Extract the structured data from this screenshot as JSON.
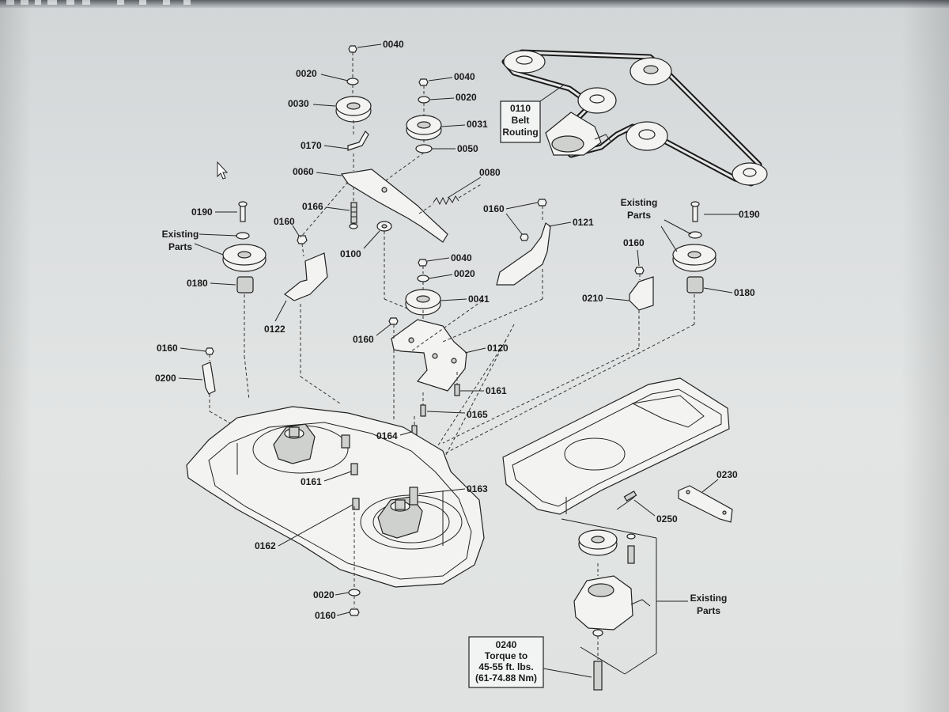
{
  "labels": {
    "l0040a": "0040",
    "l0020a": "0020",
    "l0030": "0030",
    "l0040b": "0040",
    "l0020b": "0020",
    "l0031": "0031",
    "l0170": "0170",
    "l0050": "0050",
    "l0060": "0060",
    "l0080": "0080",
    "l0190a": "0190",
    "l0166": "0166",
    "l0160a": "0160",
    "l0160b": "0160",
    "l0121": "0121",
    "l0190b": "0190",
    "l0160c": "0160",
    "l0100": "0100",
    "l0040c": "0040",
    "l0020c": "0020",
    "l0180a": "0180",
    "l0041": "0041",
    "l0210": "0210",
    "l0180b": "0180",
    "l0122": "0122",
    "l0160d": "0160",
    "l0120": "0120",
    "l0160e": "0160",
    "l0200": "0200",
    "l0161a": "0161",
    "l0165": "0165",
    "l0164": "0164",
    "l0161b": "0161",
    "l0163": "0163",
    "l0230": "0230",
    "l0250": "0250",
    "l0162": "0162",
    "l0020d": "0020",
    "l0160f": "0160"
  },
  "existing_parts": {
    "left_line1": "Existing",
    "left_line2": "Parts",
    "right_line1": "Existing",
    "right_line2": "Parts",
    "bottom_line1": "Existing",
    "bottom_line2": "Parts"
  },
  "belt_routing": {
    "code": "0110",
    "line1": "Belt",
    "line2": "Routing"
  },
  "torque_note": {
    "code": "0240",
    "line1": "Torque to",
    "line2": "45-55 ft. lbs.",
    "line3": "(61-74.88 Nm)"
  }
}
